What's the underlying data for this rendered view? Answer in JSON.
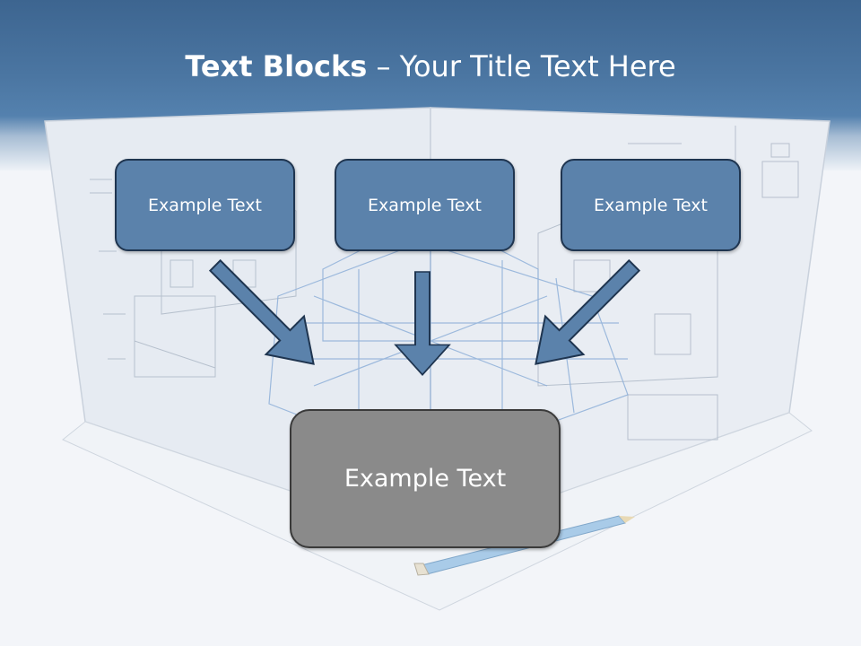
{
  "slide": {
    "title_bold": "Text Blocks",
    "title_rest": " – Your Title Text Here"
  },
  "blocks": [
    {
      "label": "Example Text"
    },
    {
      "label": "Example Text"
    },
    {
      "label": "Example Text"
    }
  ],
  "center_block": {
    "label": "Example Text"
  },
  "colors": {
    "header": "#4b76a2",
    "block_fill": "#5b82ab",
    "block_border": "#1f3550",
    "center_fill": "#8a8a8a",
    "arrow_fill": "#5b82ab"
  }
}
